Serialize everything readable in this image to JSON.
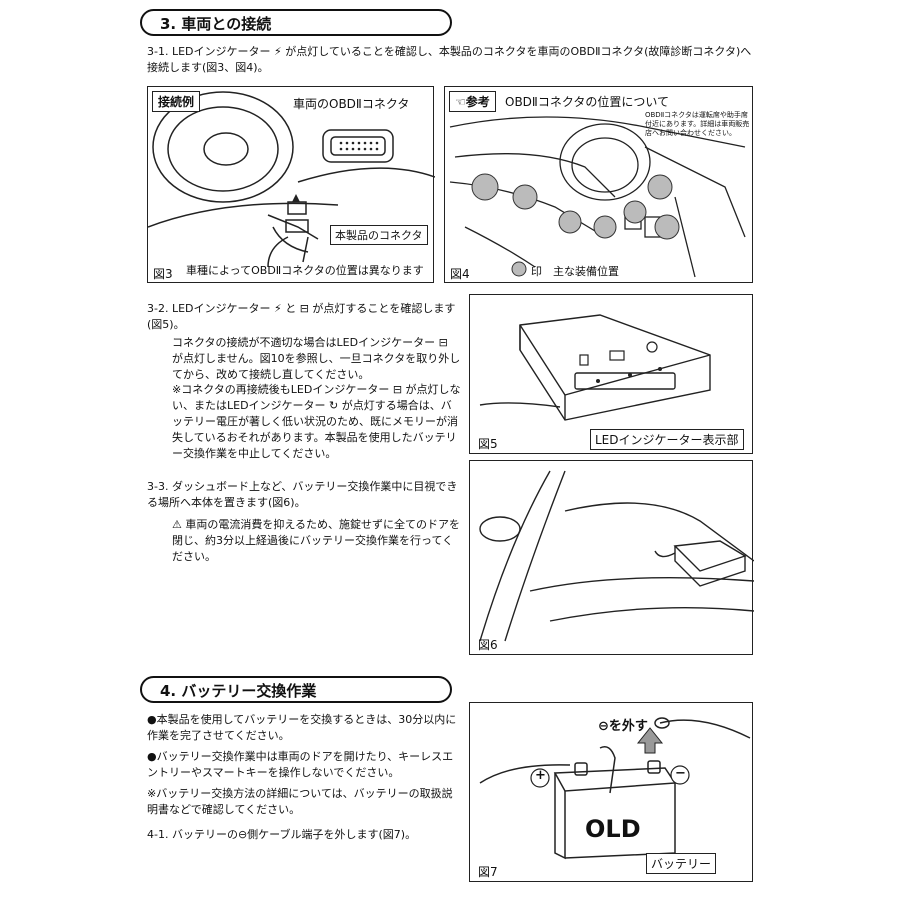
{
  "section3": {
    "title": "3. 車両との接続",
    "step1": "3-1. LEDインジケーター ⚡ が点灯していることを確認し、本製品のコネクタを車両のOBDⅡコネクタ(故障診断コネクタ)へ接続します(図3、図4)。",
    "step2_title": "3-2. LEDインジケーター ⚡ と ⊟ が点灯することを確認します(図5)。",
    "step2_body": "コネクタの接続が不適切な場合はLEDインジケーター ⊟ が点灯しません。図10を参照し、一旦コネクタを取り外してから、改めて接続し直してください。",
    "step2_note": "※コネクタの再接続後もLEDインジケーター ⊟ が点灯しない、またはLEDインジケーター ↻ が点灯する場合は、バッテリー電圧が著しく低い状況のため、既にメモリーが消失しているおそれがあります。本製品を使用したバッテリー交換作業を中止してください。",
    "step3_title": "3-3. ダッシュボード上など、バッテリー交換作業中に目視できる場所へ本体を置きます(図6)。",
    "step3_warning": "車両の電流消費を抑えるため、施錠せずに全てのドアを閉じ、約3分以上経過後にバッテリー交換作業を行ってください。"
  },
  "fig3": {
    "tag": "接続例",
    "obd_label": "車両のOBDⅡコネクタ",
    "connector_label": "本製品のコネクタ",
    "caption_num": "図3",
    "caption": "車種によってOBDⅡコネクタの位置は異なります"
  },
  "fig4": {
    "tag": "参考",
    "title": "OBDⅡコネクタの位置について",
    "note": "OBDⅡコネクタは運転席や助手席付近にあります。詳細は車両販売店へお問い合わせください。",
    "caption_num": "図4",
    "legend": "印　主な装備位置"
  },
  "fig5": {
    "caption_num": "図5",
    "label": "LEDインジケーター表示部"
  },
  "fig6": {
    "caption_num": "図6"
  },
  "section4": {
    "title": "4. バッテリー交換作業",
    "bullet1": "●本製品を使用してバッテリーを交換するときは、30分以内に作業を完了させてください。",
    "bullet2": "●バッテリー交換作業中は車両のドアを開けたり、キーレスエントリーやスマートキーを操作しないでください。",
    "note": "※バッテリー交換方法の詳細については、バッテリーの取扱説明書などで確認してください。",
    "step1": "4-1. バッテリーの⊖側ケーブル端子を外します(図7)。"
  },
  "fig7": {
    "remove_label": "⊖を外す",
    "battery_text": "OLD",
    "battery_label": "バッテリー",
    "caption_num": "図7",
    "plus": "+",
    "minus": "−"
  }
}
